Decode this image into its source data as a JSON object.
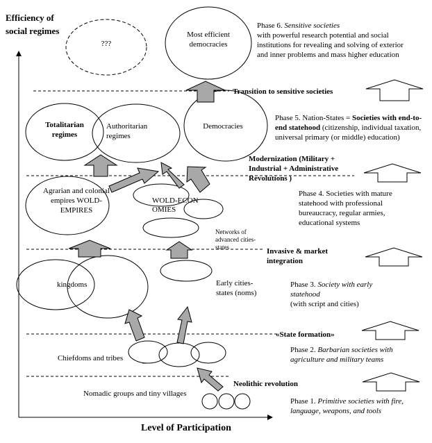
{
  "axes": {
    "y_label": "Efficiency of social regimes",
    "x_label": "Level of Participation"
  },
  "nodes": {
    "unknown": "???",
    "most_efficient": "Most efficient democracies",
    "totalitarian": "Totalitarian regimes",
    "authoritarian": "Authoritarian regimes",
    "democracies": "Democracies",
    "agrarian_empires": "Agrarian and colonial empires WOLD-EMPIRES",
    "world_economies": "WOLD-ECONOMIES",
    "networks": "Networks of advanced cities-states",
    "kingdoms": "kingdoms",
    "early_cities": "Early cities-states (noms)",
    "chiefdoms": "Chiefdoms and tribes",
    "nomadic": "Nomadic groups and tiny villages"
  },
  "transitions": {
    "sensitive": "Transition to sensitive societies",
    "modernization": "Modernization (Military + Industrial + Administrative Revolutions )",
    "invasive": "Invasive & market integration",
    "state_formation": "«State formation»",
    "neolithic": "Neolithic revolution"
  },
  "phases": {
    "p6": {
      "prefix": "Phase 6. ",
      "name": "Sensitive societies",
      "desc": "with powerful research potential and social institutions for revealing and solving of exterior and inner problems and mass higher education"
    },
    "p5": {
      "prefix": "Phase 5. Nation-States = ",
      "name": "Societies with end-to-end statehood",
      "desc": "(citizenship, individual taxation, universal primary (or middle) education)"
    },
    "p4": {
      "prefix": "Phase 4. ",
      "name": "Societies with mature statehood",
      "desc": "with professional bureaucracy, regular armies, educational systems"
    },
    "p3": {
      "prefix": "Phase 3. ",
      "name": "Society with early statehood",
      "desc": "(with script and cities)"
    },
    "p2": {
      "prefix": "Phase 2. ",
      "name": "Barbarian societies with agriculture and military teams"
    },
    "p1": {
      "prefix": "Phase 1. ",
      "name": "Primitive societies with fire, language, weapons, and tools"
    }
  }
}
